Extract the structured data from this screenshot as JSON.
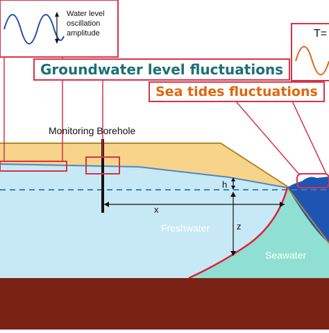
{
  "labels": {
    "oscillation_line1": "Water level",
    "oscillation_line2": "oscillation",
    "oscillation_line3": "amplitude",
    "groundwater_title": "Groundwater level fluctuations",
    "sea_tides_title": "Sea tides fluctuations",
    "monitoring_borehole": "Monitoring Borehole",
    "freshwater": "Freshwater",
    "seawater": "Seawater",
    "h": "h",
    "x": "x",
    "z": "z",
    "period": "T="
  },
  "colors": {
    "sand": "#f8d48a",
    "freshwater": "#c7e9f5",
    "seawater": "#8fe0d2",
    "sea": "#1e55b3",
    "bedrock": "#7a2214",
    "callout_border": "#d6324a",
    "groundwater_text": "#1d6f77",
    "tides_text": "#e0660e",
    "water_table": "#4a86c8"
  }
}
